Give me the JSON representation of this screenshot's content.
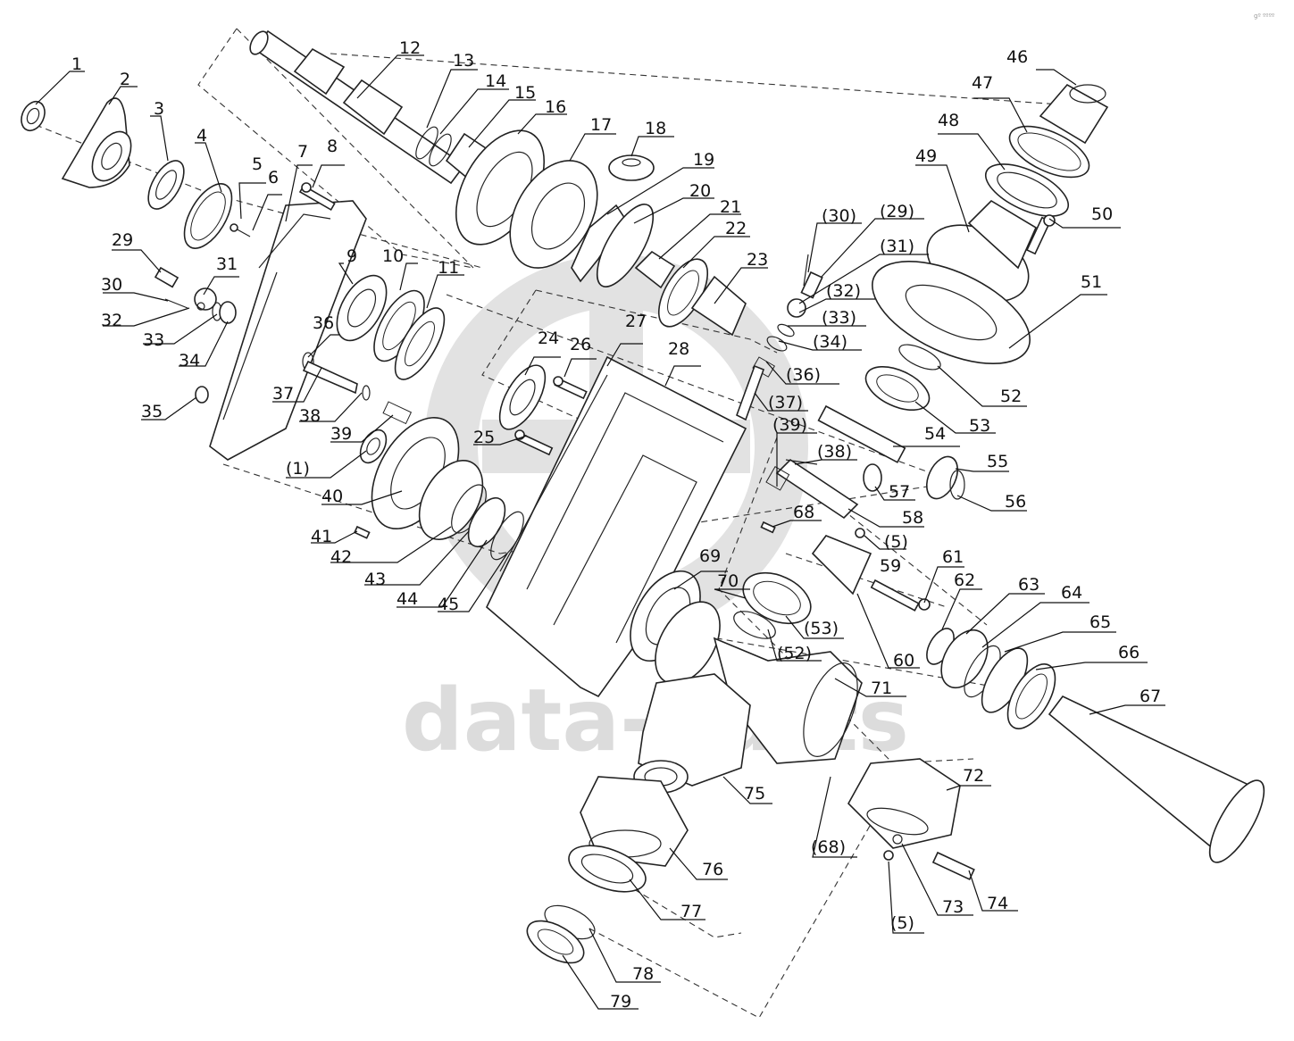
{
  "diagram": {
    "watermark": "data-parts",
    "corner_note": "gº ºººº",
    "callouts": [
      "1",
      "2",
      "3",
      "4",
      "5",
      "6",
      "7",
      "8",
      "9",
      "10",
      "11",
      "12",
      "13",
      "14",
      "15",
      "16",
      "17",
      "18",
      "19",
      "20",
      "21",
      "22",
      "23",
      "24",
      "25",
      "26",
      "27",
      "28",
      "29",
      "30",
      "31",
      "32",
      "33",
      "34",
      "35",
      "36",
      "37",
      "38",
      "39",
      "40",
      "41",
      "42",
      "43",
      "44",
      "45",
      "46",
      "47",
      "48",
      "49",
      "50",
      "51",
      "52",
      "53",
      "54",
      "55",
      "56",
      "57",
      "58",
      "59",
      "60",
      "61",
      "62",
      "63",
      "64",
      "65",
      "66",
      "67",
      "68",
      "69",
      "70",
      "71",
      "72",
      "73",
      "74",
      "75",
      "76",
      "77",
      "78",
      "79",
      "(1)",
      "(5)",
      "(29)",
      "(30)",
      "(31)",
      "(32)",
      "(33)",
      "(34)",
      "(36)",
      "(37)",
      "(38)",
      "(39)",
      "(52)",
      "(53)",
      "(68)"
    ]
  }
}
